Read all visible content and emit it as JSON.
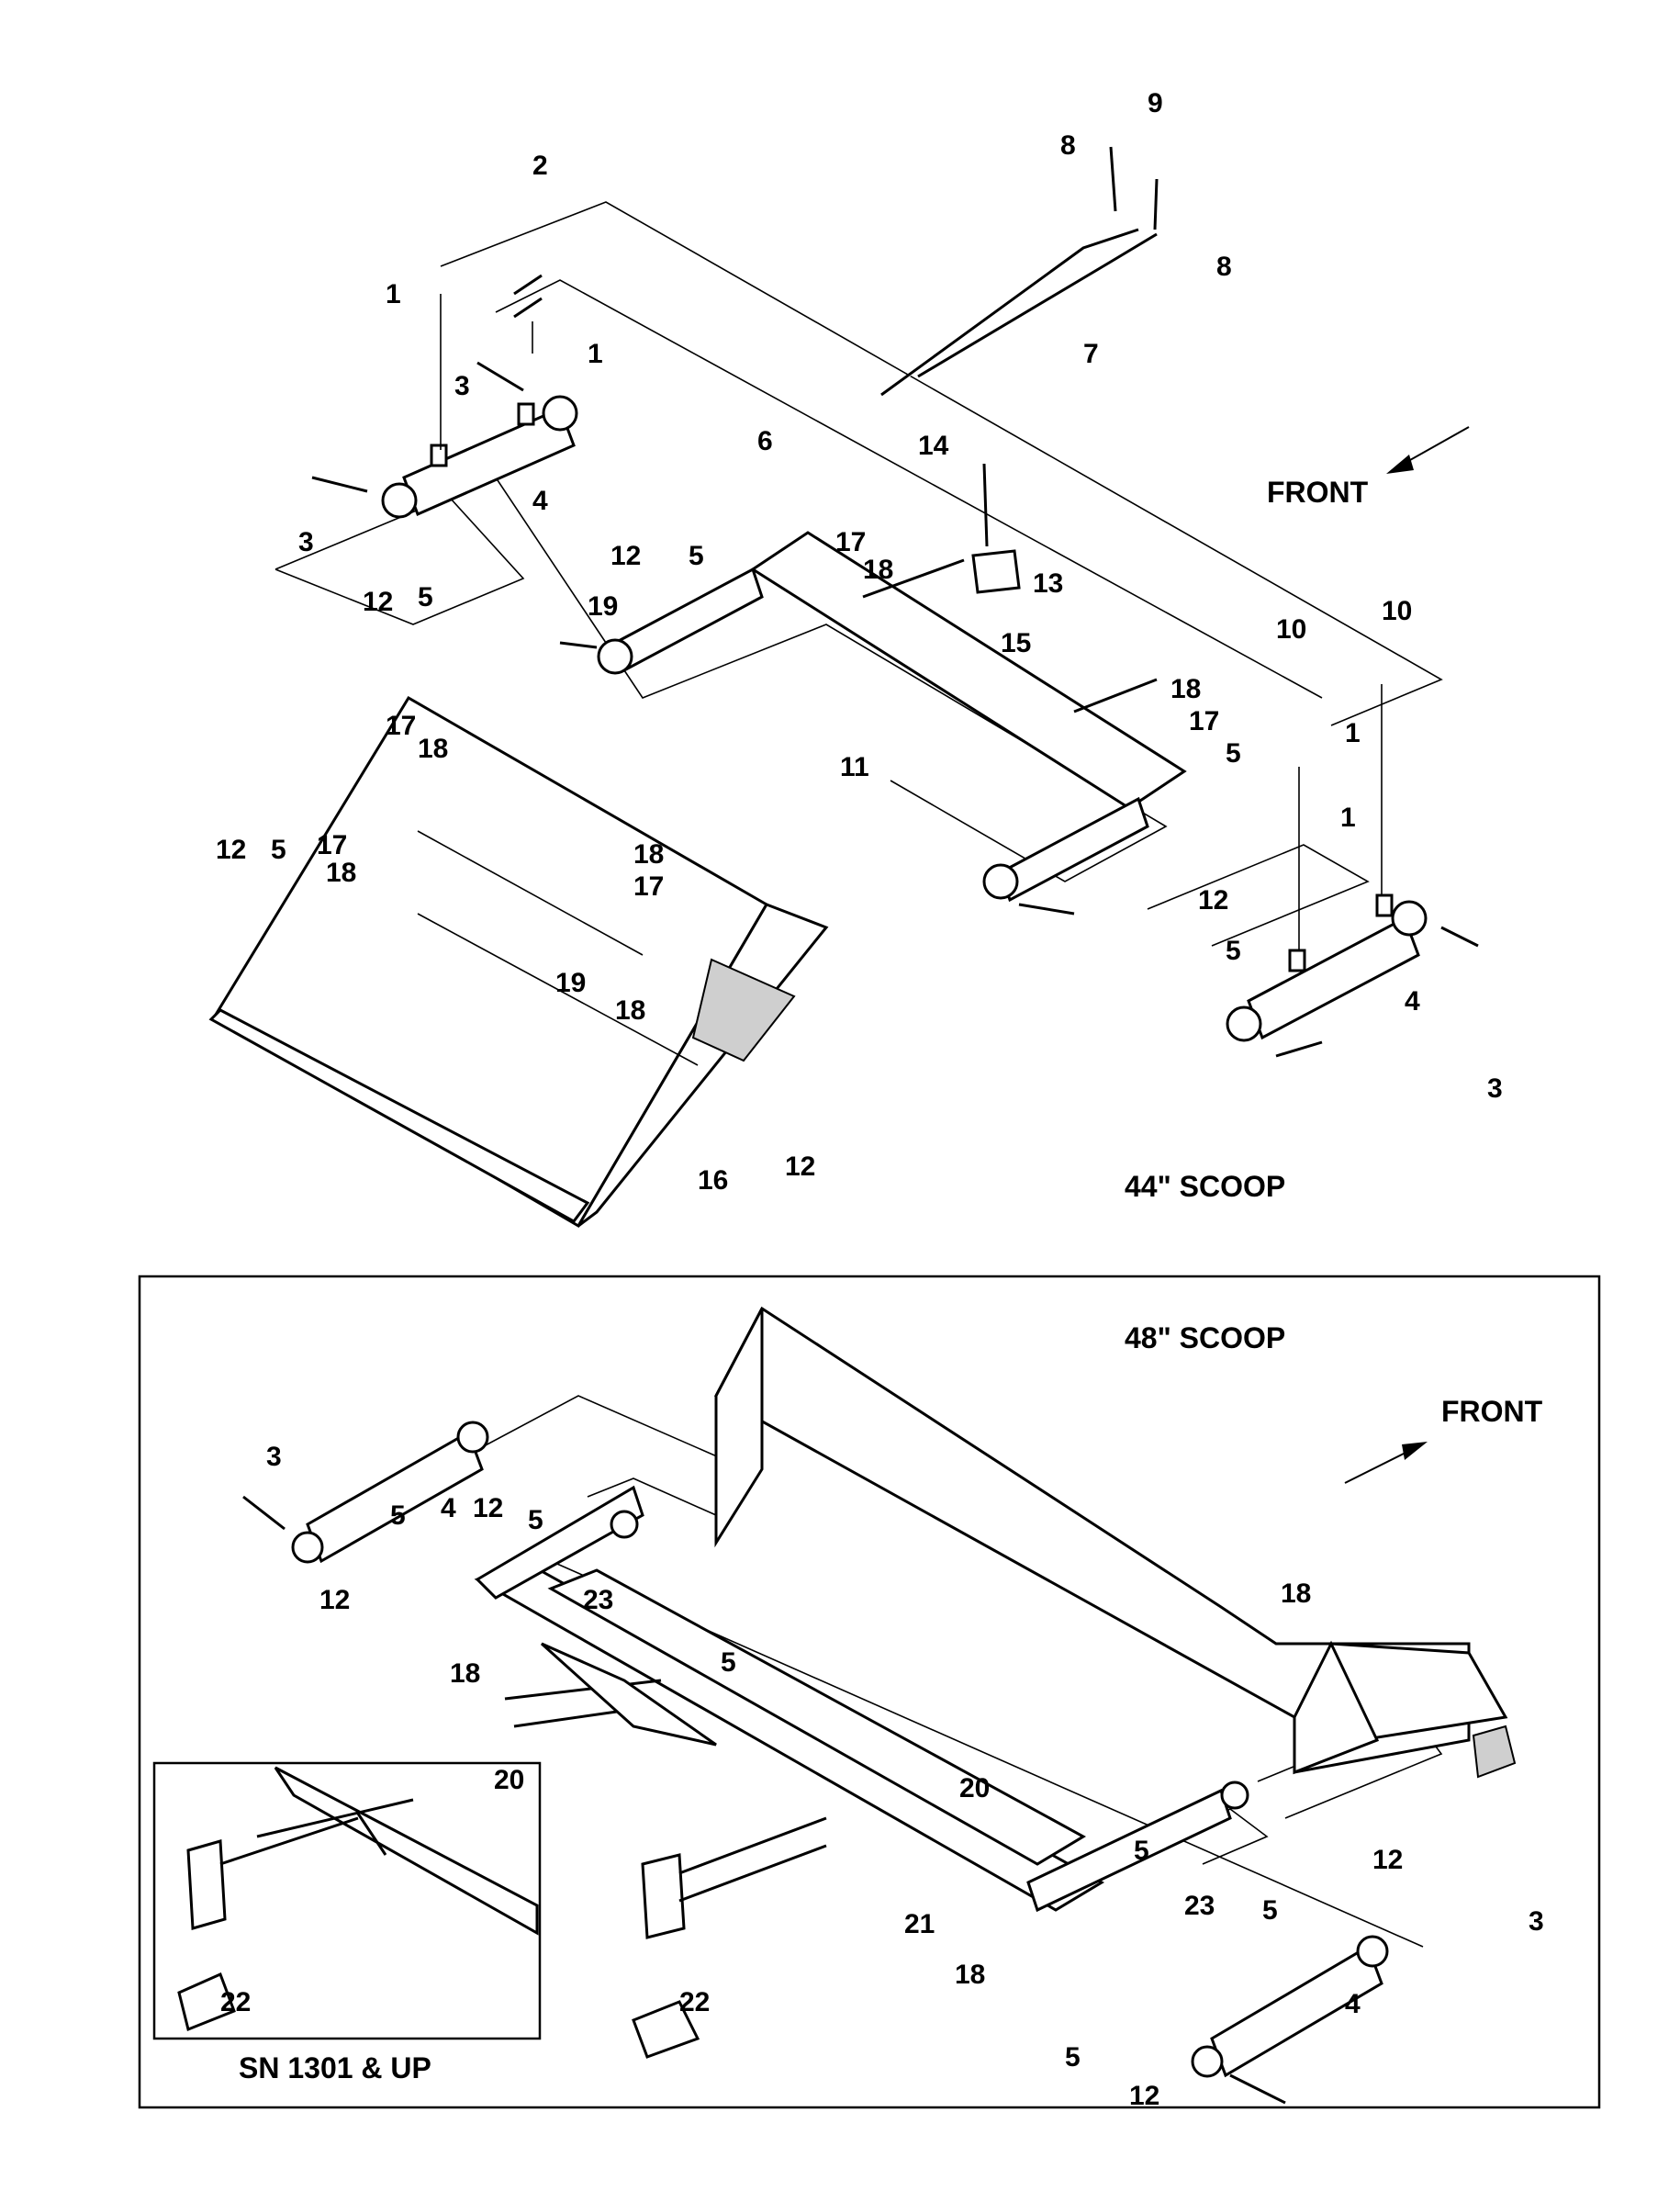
{
  "top_view": {
    "title": "44\" SCOOP",
    "direction": "FRONT",
    "callouts": [
      "1",
      "1",
      "1",
      "1",
      "2",
      "3",
      "3",
      "3",
      "4",
      "4",
      "5",
      "5",
      "5",
      "5",
      "5",
      "6",
      "7",
      "8",
      "8",
      "9",
      "10",
      "10",
      "11",
      "12",
      "12",
      "12",
      "12",
      "12",
      "13",
      "14",
      "15",
      "16",
      "17",
      "17",
      "17",
      "17",
      "17",
      "18",
      "18",
      "18",
      "18",
      "18",
      "18",
      "19",
      "19"
    ]
  },
  "bottom_view": {
    "title": "48\" SCOOP",
    "direction": "FRONT",
    "callouts": [
      "3",
      "3",
      "4",
      "4",
      "5",
      "5",
      "5",
      "5",
      "5",
      "5",
      "12",
      "12",
      "12",
      "12",
      "18",
      "18",
      "18",
      "20",
      "21",
      "22",
      "23",
      "23"
    ]
  },
  "inset": {
    "title": "SN 1301 & UP",
    "callouts": [
      "20",
      "22"
    ]
  },
  "colors": {
    "ink": "#000000",
    "paper": "#ffffff",
    "shade": "#cfcfcf"
  }
}
